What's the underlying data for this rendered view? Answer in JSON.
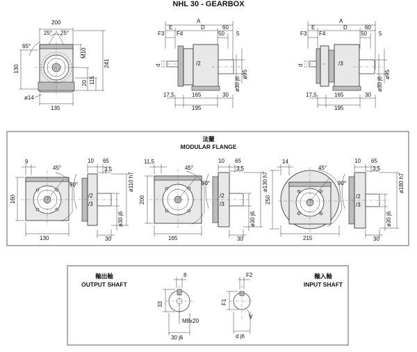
{
  "title": "NHL 30 - GEARBOX",
  "top": {
    "front": {
      "d200": "200",
      "a25l": "25°",
      "a25r": "25°",
      "a65": "65°",
      "m10": "M10",
      "d130": "130",
      "d241": "241",
      "d115": "115",
      "d20": "20",
      "d14": "ø14",
      "d135": "135"
    },
    "side1": {
      "A": "A",
      "E": "E",
      "D": "D",
      "F3": "F3",
      "F4": "F4",
      "d60": "60",
      "d50": "50",
      "d5": "5",
      "d": "d",
      "ratio": "/2",
      "d30": "ø30 j6",
      "d95": "ø95",
      "d175": "17,5",
      "d165": "165",
      "d195": "195",
      "d30b": "30"
    },
    "side2": {
      "A": "A",
      "E": "E",
      "D": "D",
      "F3": "F3",
      "F4": "F4",
      "d60": "60",
      "d50": "50",
      "d5": "5",
      "d": "d",
      "ratio": "/3",
      "d30": "ø30 j6",
      "d95": "ø95",
      "d175": "17,5",
      "d165": "165",
      "d195": "195",
      "d30b": "30"
    }
  },
  "flange": {
    "cn": "法蘭",
    "en": "MODULAR FLANGE",
    "f1": {
      "d9": "9",
      "a45": "45°",
      "d160": "160",
      "d130": "130",
      "s10": "10",
      "s65": "65",
      "s35": "3,5",
      "a90": "90°",
      "r2": "/2",
      "r3": "/3",
      "dia110": "ø110 h7",
      "dia30": "ø30 j6",
      "s30": "30"
    },
    "f2": {
      "d115": "11,5",
      "a45": "45°",
      "d200": "200",
      "d165": "165",
      "s10": "10",
      "s65": "65",
      "s35": "3,5",
      "a90": "90°",
      "r2": "/2",
      "r3": "/3",
      "dia130": "ø130 h7",
      "dia30": "ø30 j6",
      "s30": "30"
    },
    "f3": {
      "d14": "14",
      "a45": "45°",
      "d250": "250",
      "d215": "215",
      "s10": "10",
      "s65": "65",
      "s35": "3,5",
      "a90": "90°",
      "r2": "/2",
      "r3": "/3",
      "dia180": "ø180 h7",
      "dia30": "ø30 j6",
      "s30": "30"
    }
  },
  "shaft": {
    "out_cn": "輸出軸",
    "out_en": "OUTPUT SHAFT",
    "in_cn": "輸入軸",
    "in_en": "INPUT SHAFT",
    "d8": "8",
    "d33": "33",
    "m8": "M8x20",
    "d30": "30 j6",
    "f2": "F2",
    "f1": "F1",
    "v": "V",
    "dj6": "d j6"
  }
}
